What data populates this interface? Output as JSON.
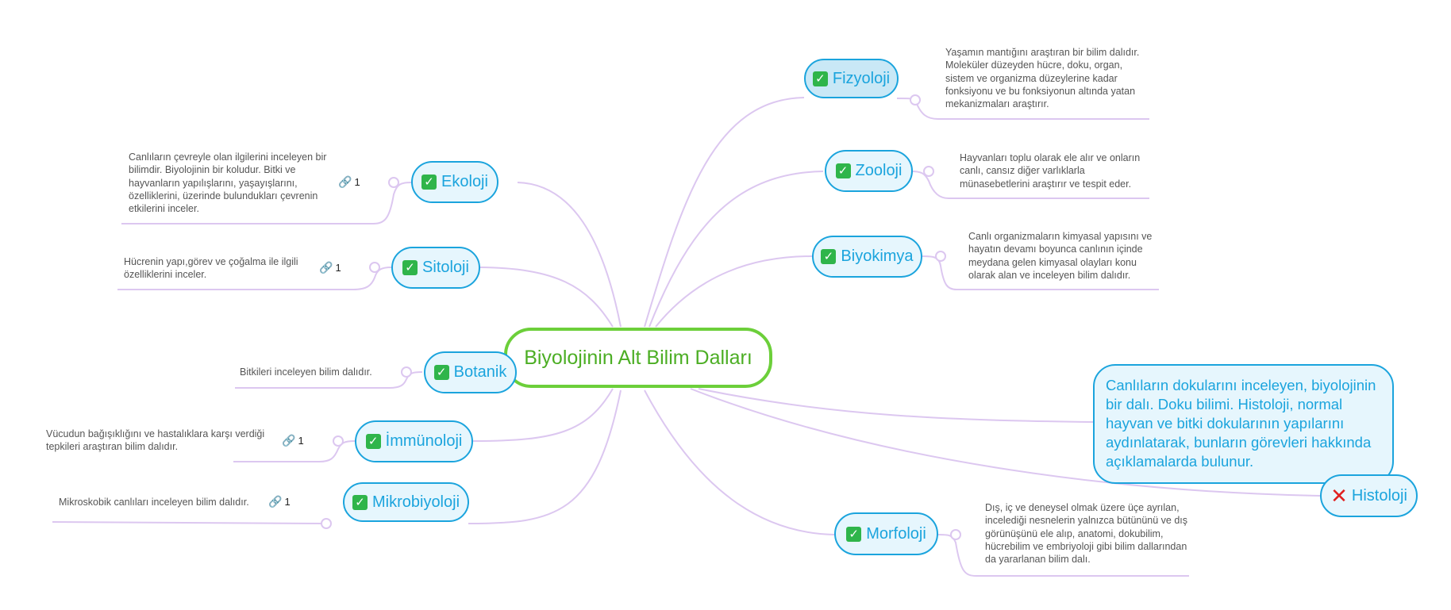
{
  "root": {
    "label": "Biyolojinin Alt Bilim Dalları"
  },
  "branches": {
    "fizyoloji": {
      "label": "Fizyoloji",
      "status": "done",
      "note": "Yaşamın mantığını araştıran bir bilim dalıdır. Moleküler düzeyden hücre, doku, organ, sistem ve organizma düzeylerine kadar fonksiyonu ve bu fonksiyonun altında yatan mekanizmaları araştırır."
    },
    "zooloji": {
      "label": "Zooloji",
      "status": "done",
      "note": "Hayvanları toplu olarak ele alır ve onların canlı, cansız diğer varlıklarla münasebetlerini araştırır ve tespit eder."
    },
    "biyokimya": {
      "label": "Biyokimya",
      "status": "done",
      "note": "Canlı organizmaların kimyasal yapısını ve hayatın devamı boyunca canlının içinde meydana gelen kimyasal olayları konu olarak alan ve inceleyen bilim dalıdır."
    },
    "histoloji": {
      "label": "Histoloji",
      "status": "not-done",
      "description": "Canlıların dokularını inceleyen, biyolojinin bir dalı. Doku bilimi. Histoloji, normal hayvan ve bitki dokularının yapılarını aydınlatarak, bunların görevleri hakkında açıklamalarda bulunur."
    },
    "morfoloji": {
      "label": "Morfoloji",
      "status": "done",
      "note": "Dış, iç ve deneysel olmak üzere üçe ayrılan, incelediği nesnelerin yalnızca bütününü ve dış görünüşünü ele alıp, anatomi, dokubilim, hücrebilim ve embriyoloji gibi bilim dallarından da yararlanan bilim dalı."
    },
    "ekoloji": {
      "label": "Ekoloji",
      "status": "done",
      "attachments": "1",
      "note": "Canlıların çevreyle olan ilgilerini inceleyen bir bilimdir. Biyolojinin bir koludur. Bitki ve hayvanların yapılışlarını, yaşayışlarını, özelliklerini, üzerinde bulundukları çevrenin etkilerini inceler."
    },
    "sitoloji": {
      "label": "Sitoloji",
      "status": "done",
      "attachments": "1",
      "note": "Hücrenin yapı,görev ve çoğalma ile ilgili özelliklerini inceler."
    },
    "botanik": {
      "label": "Botanik",
      "status": "done",
      "note": "Bitkileri inceleyen bilim dalıdır."
    },
    "immunoloji": {
      "label": "İmmünoloji",
      "status": "done",
      "attachments": "1",
      "note": "Vücudun bağışıklığını ve hastalıklara karşı verdiği tepkileri araştıran bilim dalıdır."
    },
    "mikrobiyoloji": {
      "label": "Mikrobiyoloji",
      "status": "done",
      "attachments": "1",
      "note": "Mikroskobik canlıları inceleyen bilim dalıdır."
    }
  },
  "colors": {
    "branch": "#1ba4dd",
    "branch_fill": "#e6f6fd",
    "root": "#6ccf3a",
    "link": "#dcc7f0",
    "check": "#2fb54a",
    "cross": "#e02020"
  }
}
